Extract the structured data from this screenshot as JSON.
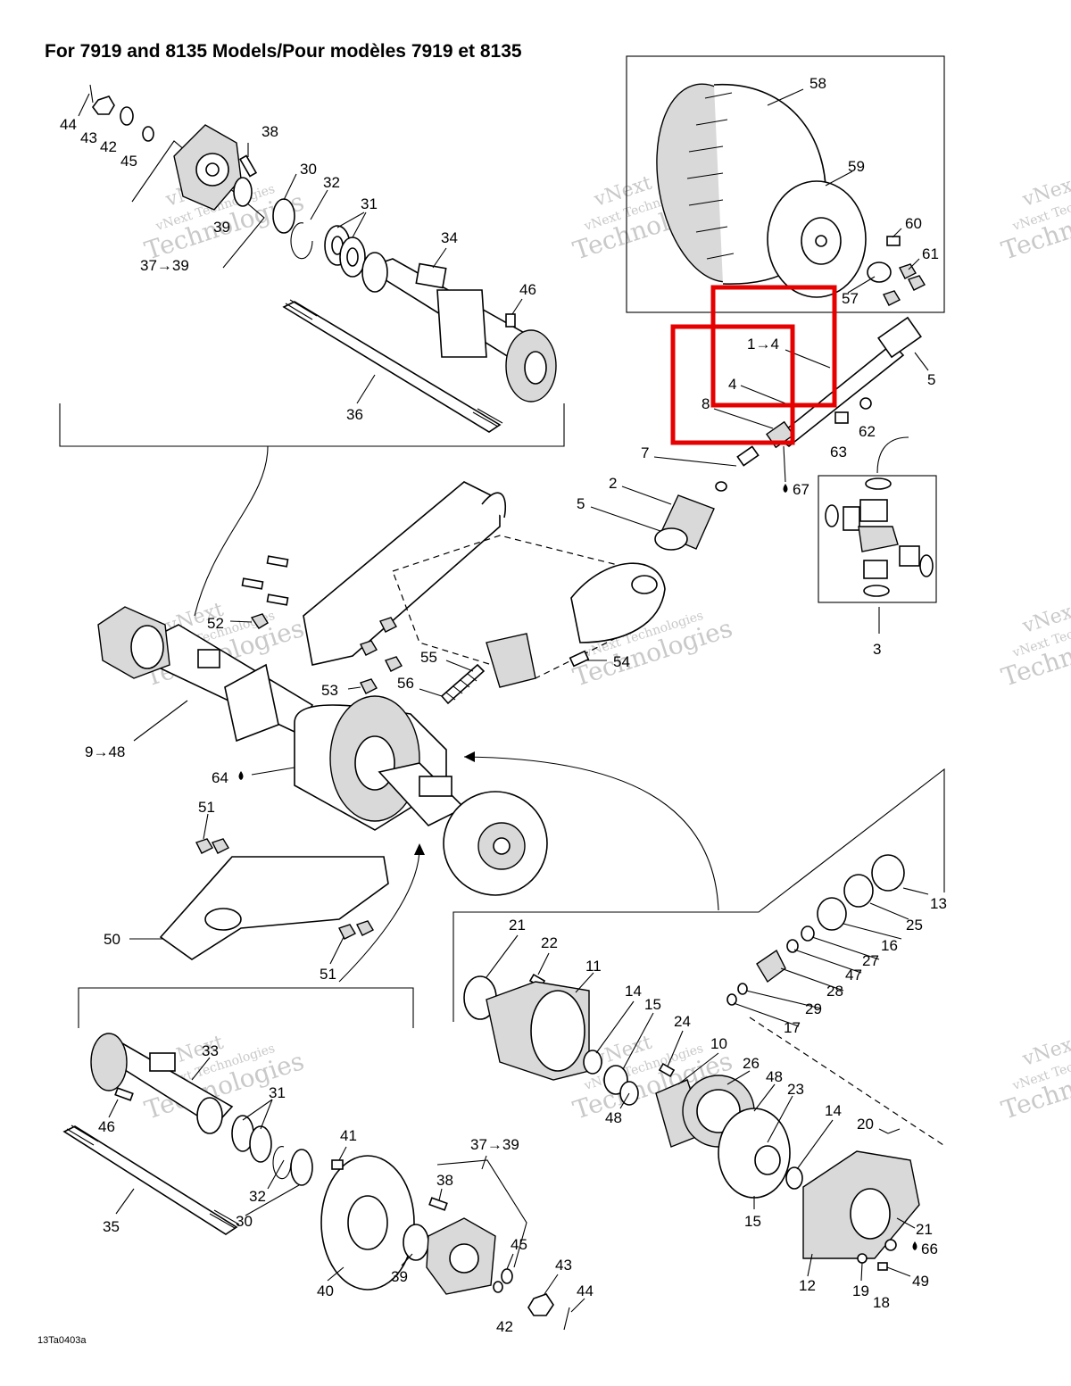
{
  "header": {
    "title": "For 7919 and 8135 Models/Pour modèles 7919 et 8135"
  },
  "figure_code": "13Ta0403a",
  "watermark": {
    "line1": "vNext",
    "line2": "Technologies",
    "line3": "vNext Technologies"
  },
  "callouts": [
    {
      "id": "44a",
      "text": "44"
    },
    {
      "id": "43a",
      "text": "43"
    },
    {
      "id": "42a",
      "text": "42"
    },
    {
      "id": "45a",
      "text": "45"
    },
    {
      "id": "38a",
      "text": "38"
    },
    {
      "id": "30a",
      "text": "30"
    },
    {
      "id": "32a",
      "text": "32"
    },
    {
      "id": "31a",
      "text": "31"
    },
    {
      "id": "39a",
      "text": "39"
    },
    {
      "id": "3739a",
      "text": "37→39"
    },
    {
      "id": "34",
      "text": "34"
    },
    {
      "id": "46a",
      "text": "46"
    },
    {
      "id": "36",
      "text": "36"
    },
    {
      "id": "58",
      "text": "58"
    },
    {
      "id": "59",
      "text": "59"
    },
    {
      "id": "60",
      "text": "60"
    },
    {
      "id": "61",
      "text": "61"
    },
    {
      "id": "57",
      "text": "57"
    },
    {
      "id": "14a",
      "text": "1→4"
    },
    {
      "id": "4",
      "text": "4"
    },
    {
      "id": "8",
      "text": "8"
    },
    {
      "id": "5a",
      "text": "5"
    },
    {
      "id": "62",
      "text": "62"
    },
    {
      "id": "63",
      "text": "63"
    },
    {
      "id": "7",
      "text": "7"
    },
    {
      "id": "2",
      "text": "2"
    },
    {
      "id": "5b",
      "text": "5"
    },
    {
      "id": "67",
      "text": "67"
    },
    {
      "id": "3",
      "text": "3"
    },
    {
      "id": "52",
      "text": "52"
    },
    {
      "id": "53",
      "text": "53"
    },
    {
      "id": "55",
      "text": "55"
    },
    {
      "id": "56",
      "text": "56"
    },
    {
      "id": "54",
      "text": "54"
    },
    {
      "id": "948",
      "text": "9→48"
    },
    {
      "id": "64",
      "text": "64"
    },
    {
      "id": "51a",
      "text": "51"
    },
    {
      "id": "50",
      "text": "50"
    },
    {
      "id": "51b",
      "text": "51"
    },
    {
      "id": "13",
      "text": "13"
    },
    {
      "id": "25",
      "text": "25"
    },
    {
      "id": "16",
      "text": "16"
    },
    {
      "id": "27",
      "text": "27"
    },
    {
      "id": "47",
      "text": "47"
    },
    {
      "id": "28",
      "text": "28"
    },
    {
      "id": "29",
      "text": "29"
    },
    {
      "id": "17",
      "text": "17"
    },
    {
      "id": "21a",
      "text": "21"
    },
    {
      "id": "22",
      "text": "22"
    },
    {
      "id": "11",
      "text": "11"
    },
    {
      "id": "14b",
      "text": "14"
    },
    {
      "id": "15a",
      "text": "15"
    },
    {
      "id": "24",
      "text": "24"
    },
    {
      "id": "10",
      "text": "10"
    },
    {
      "id": "26",
      "text": "26"
    },
    {
      "id": "48a",
      "text": "48"
    },
    {
      "id": "23",
      "text": "23"
    },
    {
      "id": "48b",
      "text": "48"
    },
    {
      "id": "14c",
      "text": "14"
    },
    {
      "id": "20",
      "text": "20"
    },
    {
      "id": "15b",
      "text": "15"
    },
    {
      "id": "21b",
      "text": "21"
    },
    {
      "id": "66",
      "text": "66"
    },
    {
      "id": "49",
      "text": "49"
    },
    {
      "id": "12",
      "text": "12"
    },
    {
      "id": "19",
      "text": "19"
    },
    {
      "id": "18",
      "text": "18"
    },
    {
      "id": "33",
      "text": "33"
    },
    {
      "id": "31b",
      "text": "31"
    },
    {
      "id": "46b",
      "text": "46"
    },
    {
      "id": "32b",
      "text": "32"
    },
    {
      "id": "30b",
      "text": "30"
    },
    {
      "id": "35",
      "text": "35"
    },
    {
      "id": "41",
      "text": "41"
    },
    {
      "id": "3739b",
      "text": "37→39"
    },
    {
      "id": "38b",
      "text": "38"
    },
    {
      "id": "45b",
      "text": "45"
    },
    {
      "id": "43b",
      "text": "43"
    },
    {
      "id": "44b",
      "text": "44"
    },
    {
      "id": "39b",
      "text": "39"
    },
    {
      "id": "42b",
      "text": "42"
    },
    {
      "id": "40",
      "text": "40"
    }
  ],
  "highlight_color": "#e60000"
}
